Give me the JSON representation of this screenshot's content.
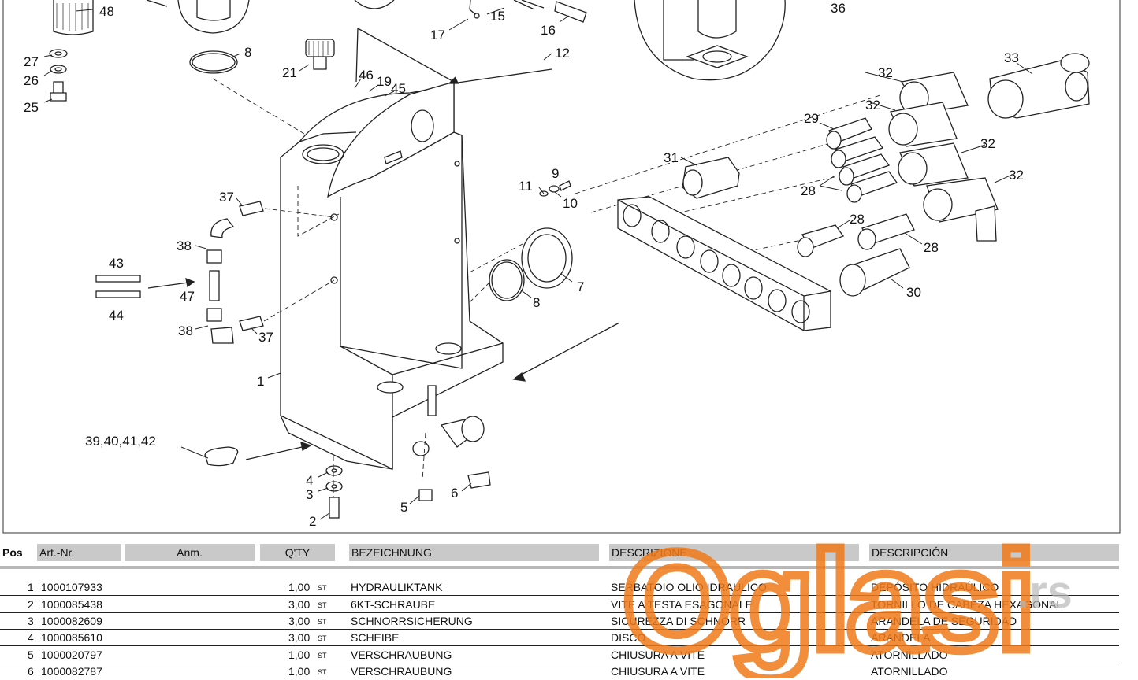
{
  "drawing": {
    "callouts": [
      "48",
      "27",
      "26",
      "25",
      "8",
      "21",
      "46",
      "19",
      "45",
      "12",
      "15",
      "16",
      "17",
      "36",
      "33",
      "32",
      "32",
      "29",
      "32",
      "31",
      "28",
      "32",
      "11",
      "9",
      "10",
      "37",
      "38",
      "43",
      "47",
      "44",
      "38",
      "37",
      "28",
      "28",
      "30",
      "8",
      "7",
      "1",
      "39,40,41,42",
      "4",
      "3",
      "2",
      "5",
      "6"
    ]
  },
  "table": {
    "headers": {
      "pos": "Pos",
      "art_nr": "Art.-Nr.",
      "anm": "Anm.",
      "qty": "Q'TY",
      "de": "BEZEICHNUNG",
      "it": "DESCRIZIONE",
      "es": "DESCRIPCIÓN"
    },
    "rows": [
      {
        "pos": "1",
        "art": "1000107933",
        "qty": "1,00",
        "unit": "ST",
        "de": "HYDRAULIKTANK",
        "it": "SERBATOIO OLIO IDRAULICO",
        "es": "DEPÓSITO HIDRAÚLICO"
      },
      {
        "pos": "2",
        "art": "1000085438",
        "qty": "3,00",
        "unit": "ST",
        "de": "6KT-SCHRAUBE",
        "it": "VITE A TESTA ESAGONALE",
        "es": "TORNILLO DE CABEZA HEXAGONAL"
      },
      {
        "pos": "3",
        "art": "1000082609",
        "qty": "3,00",
        "unit": "ST",
        "de": "SCHNORRSICHERUNG",
        "it": "SICUREZZA DI SCHNORR",
        "es": "ARANDELA DE SEGURIDAD"
      },
      {
        "pos": "4",
        "art": "1000085610",
        "qty": "3,00",
        "unit": "ST",
        "de": "SCHEIBE",
        "it": "DISCO",
        "es": "ARANDELA"
      },
      {
        "pos": "5",
        "art": "1000020797",
        "qty": "1,00",
        "unit": "ST",
        "de": "VERSCHRAUBUNG",
        "it": "CHIUSURA A VITE",
        "es": "ATORNILLADO"
      },
      {
        "pos": "6",
        "art": "1000082787",
        "qty": "1,00",
        "unit": "ST",
        "de": "VERSCHRAUBUNG",
        "it": "CHIUSURA A VITE",
        "es": "ATORNILLADO"
      }
    ]
  },
  "watermark": {
    "brand": "Oglasi",
    "tld": ".rs",
    "color": "#f07a1a"
  },
  "colors": {
    "header_bg": "#c9c9c9",
    "line": "#222222"
  }
}
